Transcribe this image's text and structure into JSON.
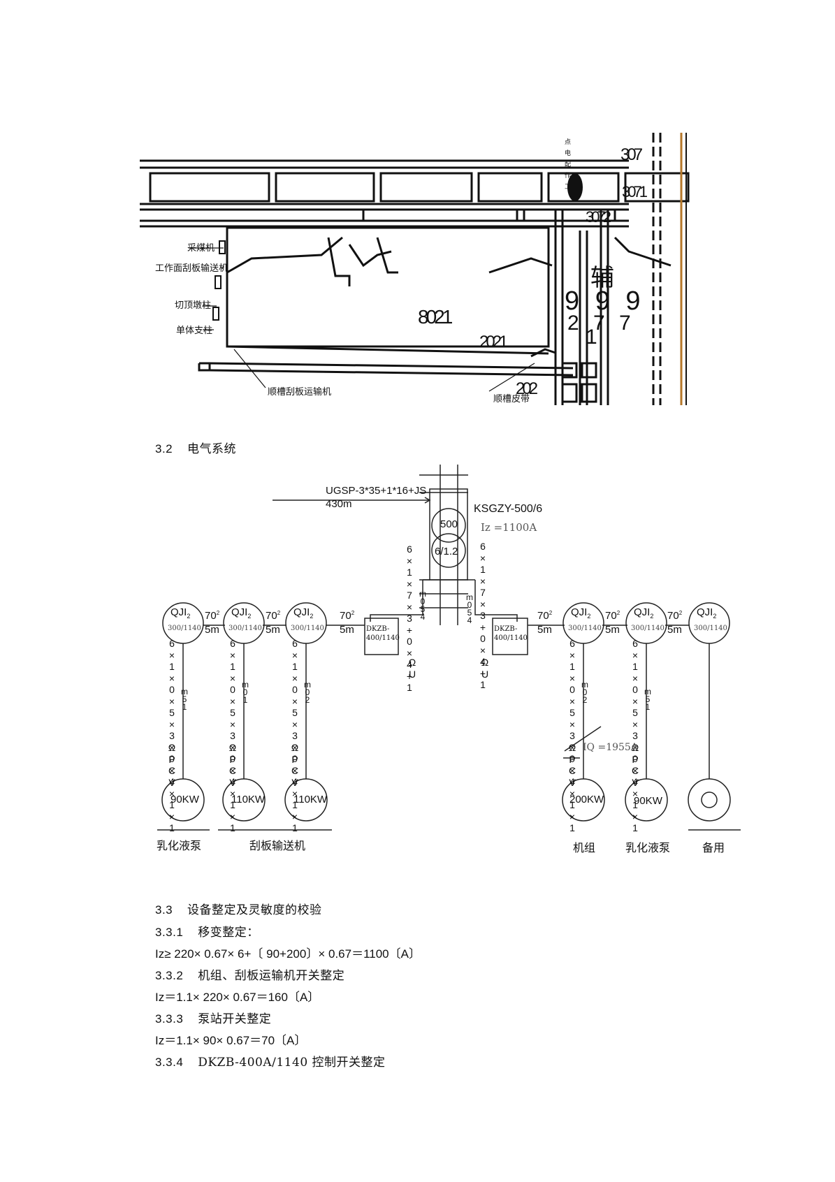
{
  "map": {
    "callouts": [
      "采煤机",
      "工作面刮板输送机",
      "切顶墩柱",
      "单体支柱",
      "顺槽刮板运输机",
      "顺槽皮带"
    ],
    "substation_vertical": "点电配作工",
    "labels": {
      "main": "8021",
      "second": "2021",
      "third": "202",
      "top_a": "307",
      "top_b": "3071",
      "top_c": "3072",
      "cluster_chars": "辅",
      "cluster_nums_a": "9 9 9",
      "cluster_nums_b": "2 7 7",
      "cluster_nums_c": "1"
    }
  },
  "section_32": {
    "number": "3.2",
    "title": "电气系统"
  },
  "electric": {
    "incoming_cable": "UGSP-3*35+1*16+JS",
    "incoming_length": "430m",
    "transformer_model": "KSGZY-500/6",
    "transformer_top": "500",
    "transformer_bottom": "6/1.2",
    "iz_label": "Iz =1100A",
    "vertical_cable_left": "6×1×7×3+0×4+1",
    "vertical_cable_right": "6×1×7×3+0×4+1",
    "vert_m_left": "m 0 5 4",
    "vert_m_right": "m 0 5 4",
    "dkzb_label_a": "DKZB-",
    "dkzb_label_b": "400/1140",
    "pou": "ΩU",
    "qji": "QJI",
    "qji_sub": "2",
    "qji_rating": "300/1140",
    "seg_70": "70",
    "seg_sup": "2",
    "seg_5m": "5m",
    "branch_cable": "6×1×0×5×3×0×4×1×1",
    "branch_pcv": "ΩPCV",
    "branch_m": [
      "m 5 1",
      "m 0 1",
      "m 0 2",
      "m 0 2",
      "m 5 1"
    ],
    "motors": [
      "90KW",
      "110KW",
      "110KW",
      "200KW",
      "90KW",
      ""
    ],
    "iq_label": "IQ =1955A",
    "groups_left": [
      "乳化液泵",
      "刮板输送机"
    ],
    "groups_right": [
      "机组",
      "乳化液泵",
      "备用"
    ]
  },
  "section_33": {
    "heading": {
      "number": "3.3",
      "title": "设备整定及灵敏度的校验"
    },
    "items": [
      {
        "number": "3.3.1",
        "title": "移变整定："
      },
      {
        "formula": "Iz≥ 220× 0.67× 6+〔 90+200〕× 0.67＝1100〔A〕"
      },
      {
        "number": "3.3.2",
        "title": "机组、刮板运输机开关整定"
      },
      {
        "formula": "Iz＝1.1× 220× 0.67＝160〔A〕"
      },
      {
        "number": "3.3.3",
        "title": "泵站开关整定"
      },
      {
        "formula": "Iz＝1.1× 90× 0.67＝70〔A〕"
      },
      {
        "number": "3.3.4",
        "title": "DKZB-400A/1140   控制开关整定"
      }
    ]
  }
}
